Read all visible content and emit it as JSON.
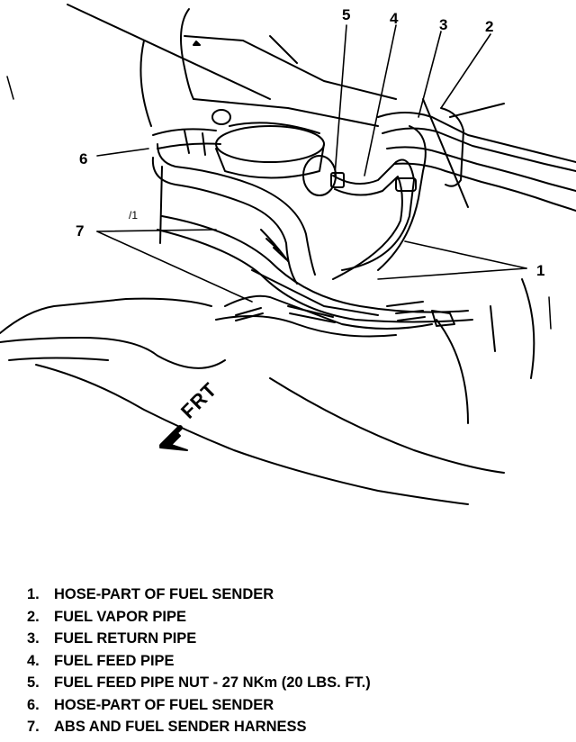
{
  "callouts": {
    "c1": "1",
    "c2": "2",
    "c3": "3",
    "c4": "4",
    "c5": "5",
    "c6": "6",
    "c7": "7",
    "small_mark": "/1"
  },
  "direction_label": "FRT",
  "legend": [
    {
      "num": "1.",
      "text": "HOSE-PART OF FUEL SENDER"
    },
    {
      "num": "2.",
      "text": "FUEL VAPOR PIPE"
    },
    {
      "num": "3.",
      "text": "FUEL RETURN PIPE"
    },
    {
      "num": "4.",
      "text": "FUEL FEED PIPE"
    },
    {
      "num": "5.",
      "text": "FUEL FEED PIPE NUT - 27 NKm (20 LBS. FT.)"
    },
    {
      "num": "6.",
      "text": "HOSE-PART OF FUEL SENDER"
    },
    {
      "num": "7.",
      "text": "ABS AND FUEL SENDER HARNESS"
    }
  ]
}
